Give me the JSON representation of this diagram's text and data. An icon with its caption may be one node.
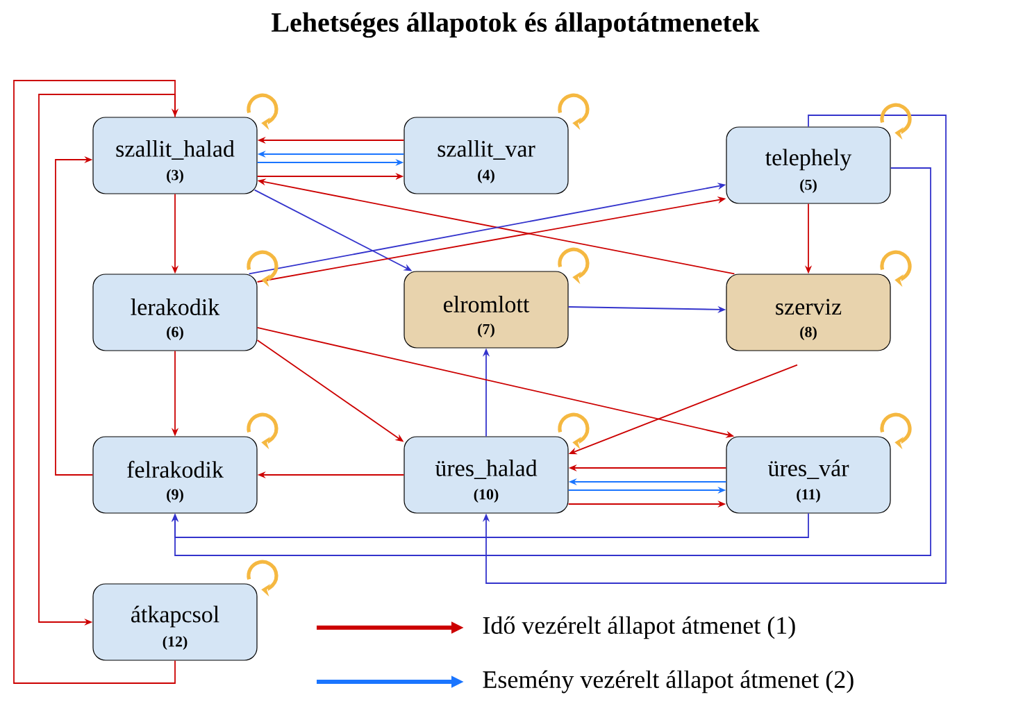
{
  "diagram": {
    "title": "Lehetséges állapotok és állapotátmenetek",
    "nodes": [
      {
        "text": [
          "szallit_halad",
          "(3)"
        ]
      },
      {
        "text": [
          "szallit_var",
          "(4)"
        ]
      },
      {
        "text": [
          "telephely",
          "(5)"
        ]
      },
      {
        "text": [
          "lerakodik",
          "(6)"
        ]
      },
      {
        "text": [
          "elromlott",
          "(7)"
        ]
      },
      {
        "text": [
          "szerviz",
          "(8)"
        ]
      },
      {
        "text": [
          "felrakodik",
          "(9)"
        ]
      },
      {
        "text": [
          "üres_halad",
          "(10)"
        ]
      },
      {
        "text": [
          "üres_vár",
          "(11)"
        ]
      },
      {
        "text": [
          "átkapcsol",
          "(12)"
        ]
      }
    ],
    "edges": [
      {
        "from": 1,
        "to": 0,
        "arrow": "to"
      },
      {
        "from": 1,
        "to": 0,
        "arrow": "to",
        "color": "#1a75ff"
      },
      {
        "from": 0,
        "to": 1,
        "arrow": "to",
        "color": "#1a75ff"
      },
      {
        "from": 0,
        "to": 1,
        "arrow": "to"
      },
      {
        "from": 5,
        "to": 0,
        "arrow": "to"
      },
      {
        "from": 0,
        "to": 4,
        "arrow": "to",
        "color": "#3333cc"
      },
      {
        "from": 3,
        "to": 2,
        "arrow": "to",
        "color": "#3333cc"
      },
      {
        "from": 3,
        "to": 2,
        "arrow": "to"
      },
      {
        "from": 0,
        "to": 3,
        "arrow": "to"
      },
      {
        "from": 4,
        "to": 5,
        "arrow": "to",
        "color": "#3333cc"
      },
      {
        "from": 2,
        "to": 5,
        "arrow": "to"
      },
      {
        "from": 7,
        "to": 4,
        "arrow": "to",
        "color": "#3333cc"
      },
      {
        "from": 5,
        "to": 7,
        "arrow": "to"
      },
      {
        "from": 3,
        "to": 7,
        "arrow": "to"
      },
      {
        "from": 3,
        "to": 8,
        "arrow": "to"
      },
      {
        "from": 3,
        "to": 6,
        "arrow": "to"
      },
      {
        "from": 7,
        "to": 6,
        "arrow": "to"
      },
      {
        "from": 8,
        "to": 7,
        "arrow": "to"
      },
      {
        "from": 8,
        "to": 7,
        "arrow": "to",
        "color": "#1a75ff"
      },
      {
        "from": 7,
        "to": 8,
        "arrow": "to",
        "color": "#1a75ff"
      },
      {
        "from": 7,
        "to": 8,
        "arrow": "to"
      },
      {
        "from": 6,
        "to": 0,
        "arrow": "to"
      },
      {
        "from": 9,
        "to": 0,
        "arrow": "to"
      },
      {
        "from": 0,
        "to": 9,
        "arrow": "to"
      },
      {
        "from": 8,
        "to": 6,
        "arrow": "to",
        "color": "#3333cc"
      },
      {
        "from": 2,
        "to": 6,
        "arrow": "to",
        "color": "#3333cc"
      },
      {
        "from": 2,
        "to": 7,
        "arrow": "to",
        "color": "#3333cc"
      },
      {
        "from": 0,
        "to": 0,
        "arrow": "to",
        "style": "thick",
        "color": "#f5b841"
      },
      {
        "from": 1,
        "to": 1,
        "arrow": "to",
        "style": "thick",
        "color": "#f5b841"
      },
      {
        "from": 2,
        "to": 2,
        "arrow": "to",
        "style": "thick",
        "color": "#f5b841"
      },
      {
        "from": 3,
        "to": 3,
        "arrow": "to",
        "style": "thick",
        "color": "#f5b841"
      },
      {
        "from": 4,
        "to": 4,
        "arrow": "to",
        "style": "thick",
        "color": "#f5b841"
      },
      {
        "from": 5,
        "to": 5,
        "arrow": "to",
        "style": "thick",
        "color": "#f5b841"
      },
      {
        "from": 6,
        "to": 6,
        "arrow": "to",
        "style": "thick",
        "color": "#f5b841"
      },
      {
        "from": 7,
        "to": 7,
        "arrow": "to",
        "style": "thick",
        "color": "#f5b841"
      },
      {
        "from": 8,
        "to": 8,
        "arrow": "to",
        "style": "thick",
        "color": "#f5b841"
      },
      {
        "from": 9,
        "to": 9,
        "arrow": "to",
        "style": "thick",
        "color": "#f5b841"
      }
    ],
    "legend": [
      {
        "text": "Idő vezérelt állapot átmenet (1)"
      },
      {
        "text": "Esemény vezérelt állapot átmenet (2)"
      }
    ]
  }
}
